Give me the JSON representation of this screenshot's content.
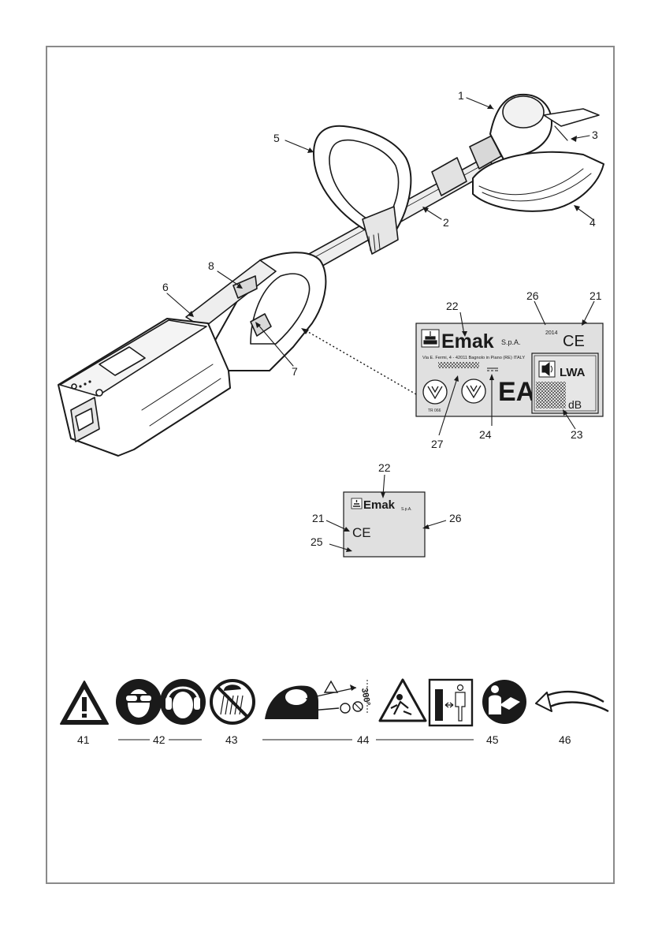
{
  "callouts": {
    "c1": "1",
    "c2": "2",
    "c3": "3",
    "c4": "4",
    "c5": "5",
    "c6": "6",
    "c7": "7",
    "c8": "8",
    "c21": "21",
    "c22": "22",
    "c23": "23",
    "c24": "24",
    "c25": "25",
    "c26": "26",
    "c27": "27",
    "c21b": "21",
    "c22b": "22",
    "c26b": "26"
  },
  "plate_large": {
    "brand": "Emak",
    "brand_suffix": "S.p.A.",
    "address": "Via E. Fermi, 4 - 42011 Bagnolo in Piano (RE) ITALY",
    "year": "2014",
    "ce_mark": "CE",
    "eac_mark": "EAC",
    "tr_label": "TR 066",
    "lwa_label": "LWA",
    "db_label": "dB"
  },
  "plate_small": {
    "brand": "Emak",
    "brand_suffix": "S.p.A.",
    "ce_mark": "CE"
  },
  "symbols": {
    "s41": "41",
    "s42": "42",
    "s43": "43",
    "s44": "44",
    "s45": "45",
    "s46": "46",
    "rotation": "360°"
  }
}
